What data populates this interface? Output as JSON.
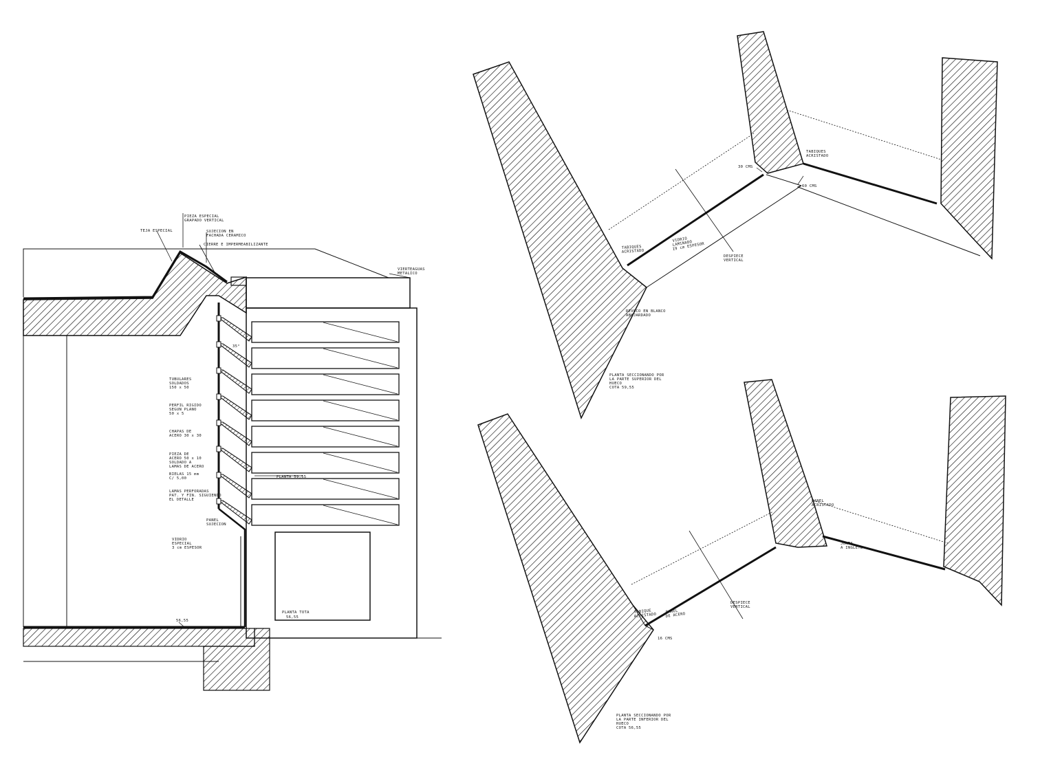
{
  "section": {
    "labels": {
      "teja": "TEJA ESPECIAL",
      "pieza": "PIEZA ESPECIAL",
      "pieza_2": "GRAPADO VERTICAL",
      "sujecion": "SUJECION EN",
      "sujecion_2": "FACHADA CERAMICO",
      "cerramiento": "CIERRE E IMPERMEABILIZANTE",
      "vierteaguas": "VIERTEAGUAS",
      "vierteaguas_2": "METALICO",
      "angle": "35°",
      "tubo": "TUBULARES",
      "tubo_2": "SOLDADOS",
      "tubo_3": "150 x 50",
      "perfil": "PERFIL RIGIDO",
      "perfil_2": "SEGUN PLANO",
      "perfil_3": "50 x 5",
      "chapa": "CHAPAS DE",
      "chapa_2": "ACERO 30 x 30",
      "pieza_b": "PIEZA DE",
      "pieza_b2": "ACERO 50 x 10",
      "pieza_b3": "SOLDADO A",
      "pieza_b4": "LAMAS DE ACERO",
      "tornillos": "BIELAS 15 mm",
      "tornillos_2": "C/ 5,00",
      "lamas": "LAMAS PERFORADAS",
      "lamas_2": "PAT. Y FIN. SIGUIENDO",
      "lamas_3": "EL DETALLE",
      "panel": "PANEL",
      "panel_2": "SUJECION",
      "cristal": "VIDRIO",
      "cristal_2": "ESPECIAL",
      "cristal_3": "3 cm ESPESOR",
      "planta_label": "PLANTA 59,55",
      "cota_floor": "56,55",
      "planta_tota": "PLANTA TOTA",
      "planta_tota_2": "56,55"
    }
  },
  "plan_upper": {
    "labels": {
      "tabiques_a": "TABIQUES",
      "tabiques_a2": "ACRISTADO",
      "tabiques_b": "TABIQUES",
      "tabiques_b2": "ACRISTADO",
      "cm30": "30 CMS",
      "cm60": "60 CMS",
      "vidrio": "VIDRIO",
      "vidrio_2": "LAMINADO",
      "vidrio_3": "19 cm ESPESOR",
      "despiece": "DESPIECE",
      "despiece_2": "VERTICAL",
      "revoco": "REVOCO EN BLANCO",
      "revoco_2": "ABUJARDADO"
    },
    "caption": [
      "PLANTA SECCIONANDO POR",
      "LA PARTE SUPERIOR DEL",
      "HUECO",
      "COTA 59,55"
    ]
  },
  "plan_lower": {
    "labels": {
      "tabique_a": "TABIQUE",
      "tabique_a2": "ACRISTADO",
      "tabique_b": "PANEL",
      "tabique_b2": "ACRISTADO",
      "junta": "JUNTA",
      "junta_2": "A INGLETE",
      "cm_a": "PANEL",
      "cm_a2": "DE ACERO",
      "cm16": "16 CMS",
      "despiece": "DESPIECE",
      "despiece_2": "VERTICAL"
    },
    "caption": [
      "PLANTA SECCIONANDO POR",
      "LA PARTE INFERIOR DEL",
      "HUECO",
      "COTA 56,55"
    ]
  }
}
